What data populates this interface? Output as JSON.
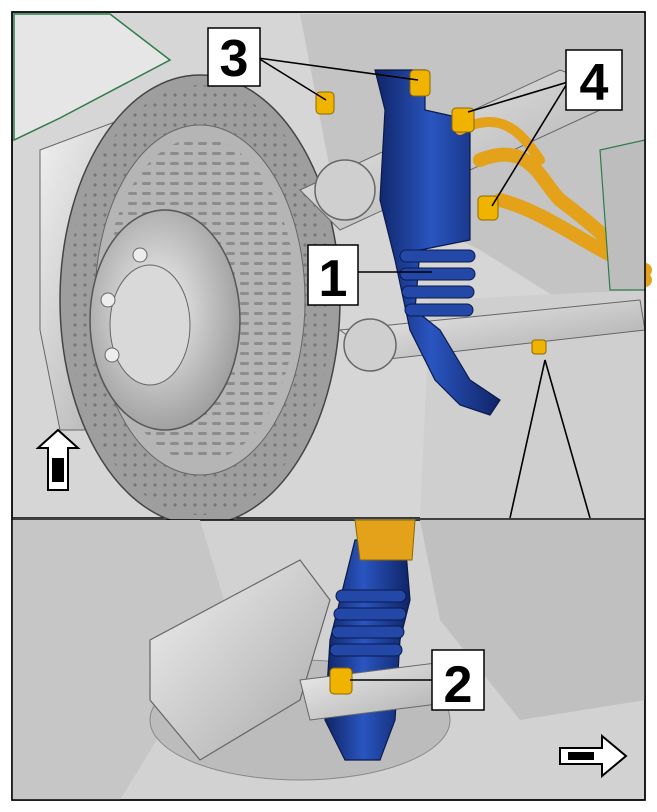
{
  "callouts": {
    "one": "1",
    "two": "2",
    "three": "3",
    "four": "4"
  },
  "colors": {
    "damper_blue": "#1e3f9a",
    "damper_blue_dark": "#0f2466",
    "fastener_gold": "#f0b400",
    "hose_orange": "#e3a21a",
    "metal_light": "#dcdcdc",
    "metal_mid": "#b8b8b8",
    "metal_dark": "#8c8c8c",
    "edge_green": "#2f7a4a"
  },
  "icons": {
    "top_view": "arrow-up-car-icon",
    "bottom_view": "arrow-right-car-icon"
  }
}
